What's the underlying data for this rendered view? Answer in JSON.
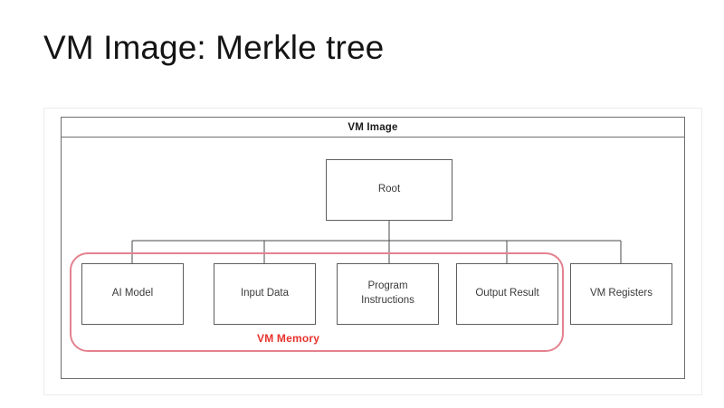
{
  "slide": {
    "title": "VM Image: Merkle tree",
    "background": "#ffffff"
  },
  "diagram": {
    "type": "tree",
    "panel": {
      "header_label": "VM Image",
      "border_color": "#6f6f6f",
      "outer_border_color": "#ececec"
    },
    "root": {
      "label": "Root"
    },
    "leaves": [
      {
        "label": "AI Model"
      },
      {
        "label": "Input Data"
      },
      {
        "label": "Program\nInstructions",
        "line1": "Program",
        "line2": "Instructions"
      },
      {
        "label": "Output Result"
      },
      {
        "label": "VM Registers"
      }
    ],
    "annotation": {
      "label": "VM Memory",
      "color": "#e8322c",
      "outline_color": "#e4828f",
      "covers": [
        "AI Model",
        "Input Data",
        "Program Instructions",
        "Output Result"
      ]
    },
    "edge_color": "#4a4a4a"
  }
}
